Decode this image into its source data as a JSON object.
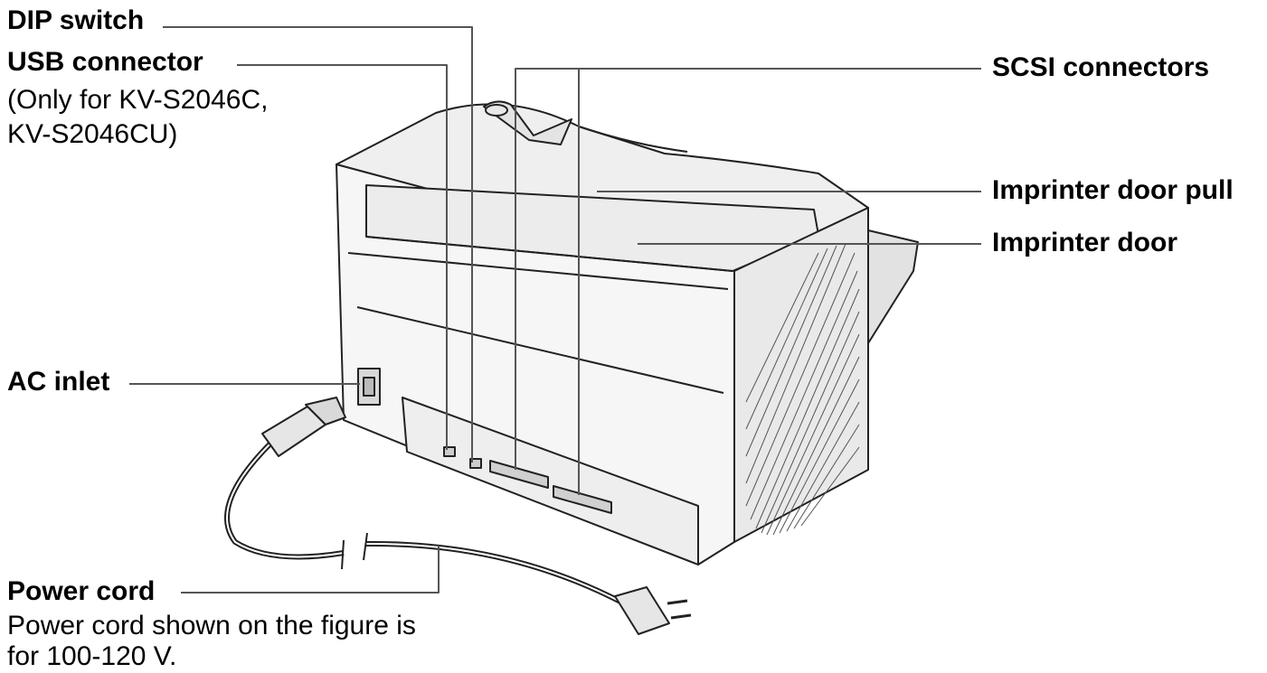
{
  "labels": {
    "dip_switch": "DIP switch",
    "usb_connector": "USB connector",
    "usb_note_line1": "(Only for KV-S2046C,",
    "usb_note_line2": "KV-S2046CU)",
    "scsi_connectors": "SCSI connectors",
    "imprinter_door_pull": "Imprinter door pull",
    "imprinter_door": "Imprinter door",
    "ac_inlet": "AC inlet",
    "power_cord": "Power cord",
    "power_note_line1": "Power cord shown on the figure is",
    "power_note_line2": "for 100-120 V."
  }
}
